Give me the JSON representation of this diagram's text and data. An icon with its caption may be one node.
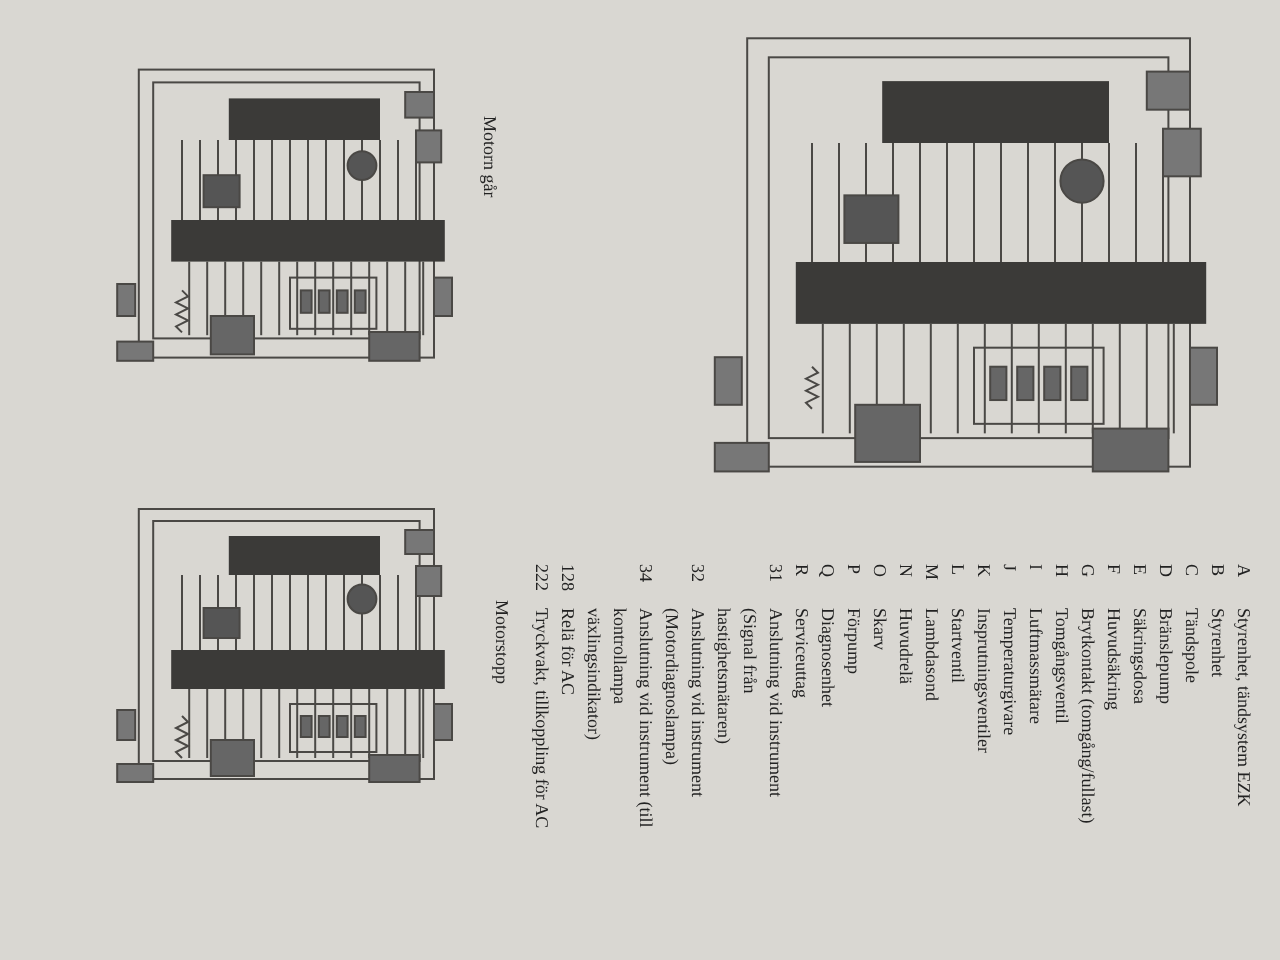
{
  "diagram": {
    "labels": [
      "Motorn går",
      "Motorstopp",
      "A",
      "Styrenhet, tändsystem EZK",
      "B",
      "Styrenhet",
      "C",
      "Tändspole",
      "D",
      "Bränslepump",
      "E",
      "Säkringsdosa",
      "F",
      "Huvudsäkring",
      "G",
      "Brytkontakt (tomgång/fullast)",
      "H",
      "Tomgångsventil",
      "I",
      "Luftmassmätare",
      "J",
      "Temperaturgivare",
      "K",
      "Insprutningsventiler",
      "L",
      "Startventil",
      "M",
      "Lambdasond",
      "N",
      "Huvudrelä",
      "O",
      "Skarv",
      "P",
      "Förpump",
      "Q",
      "Diagnosenhet",
      "R",
      "Serviceuttag",
      "31",
      "Anslutning vid instrument (Signal från hastighetsmätaren)",
      "32",
      "Anslutning vid instrument (Motordiagnoslampa)",
      "34",
      "Anslutning vid instrument (till kontrollampa växlingsindikator)",
      "128",
      "Relä för AC",
      "222",
      "Tryckvakt, tillkoppling för AC"
    ]
  }
}
